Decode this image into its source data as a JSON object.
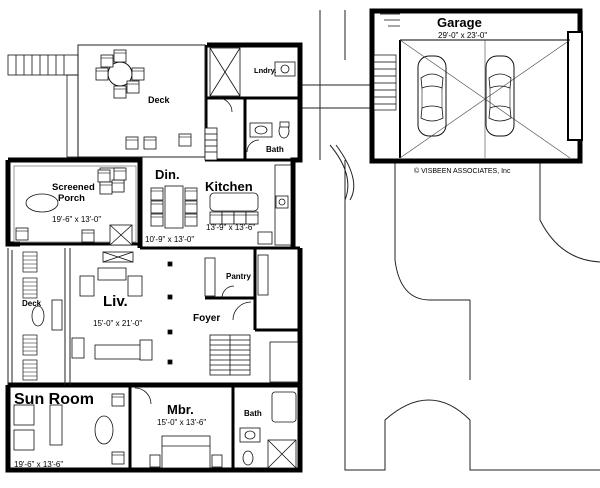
{
  "rooms": {
    "garage": {
      "name": "Garage",
      "dims": "29'-0\" x 23'-0\""
    },
    "laundry": {
      "name": "Lndry."
    },
    "deck_top": {
      "name": "Deck"
    },
    "bath1": {
      "name": "Bath"
    },
    "screened": {
      "name": "Screened\nPorch",
      "dims": "19'-6\" x 13'-0\""
    },
    "dining": {
      "name": "Din.",
      "dims": "10'-9\" x 13'-0\""
    },
    "kitchen": {
      "name": "Kitchen",
      "dims": "13'-9\" x 13'-6\""
    },
    "pantry": {
      "name": "Pantry"
    },
    "deck_left": {
      "name": "Deck"
    },
    "living": {
      "name": "Liv.",
      "dims": "15'-0\" x 21'-0\""
    },
    "foyer": {
      "name": "Foyer"
    },
    "sunroom": {
      "name": "Sun Room",
      "dims": "19'-6\" x 13'-6\""
    },
    "master": {
      "name": "Mbr.",
      "dims": "15'-0\" x 13'-6\""
    },
    "bath2": {
      "name": "Bath"
    }
  },
  "copyright": "© VISBEEN ASSOCIATES, Inc",
  "colors": {
    "wall": "#000000",
    "thin": "#333333",
    "fill": "#ffffff"
  }
}
